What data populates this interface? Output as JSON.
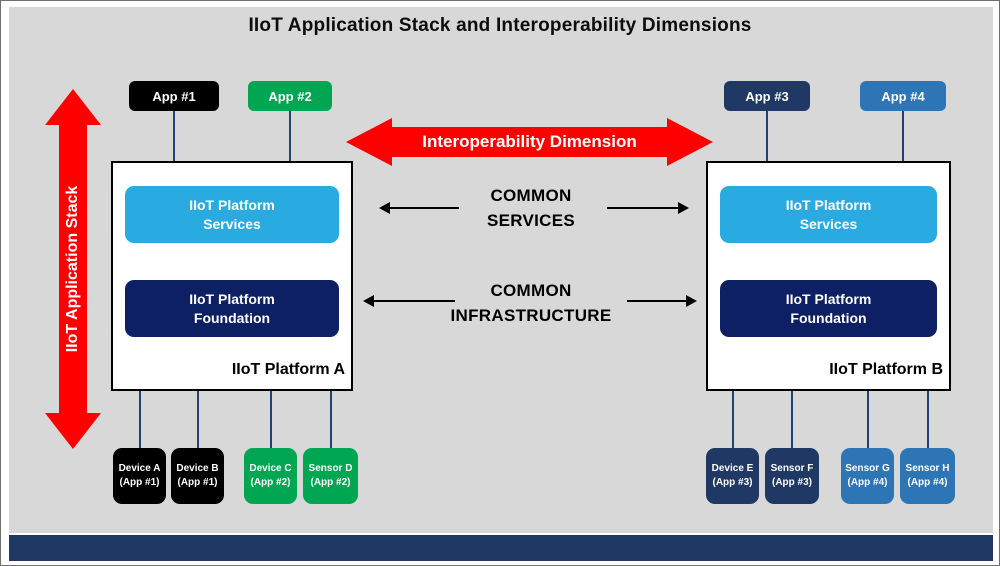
{
  "title": "IIoT Application Stack and Interoperability Dimensions",
  "arrows": {
    "stack_label": "IIoT Application Stack",
    "interop_label": "Interoperability Dimension",
    "common_services_line1": "COMMON",
    "common_services_line2": "SERVICES",
    "common_infra_line1": "COMMON",
    "common_infra_line2": "INFRASTRUCTURE"
  },
  "apps": [
    {
      "label": "App #1",
      "color": "#000000"
    },
    {
      "label": "App #2",
      "color": "#00a651"
    },
    {
      "label": "App #3",
      "color": "#1f3864"
    },
    {
      "label": "App #4",
      "color": "#2e75b6"
    }
  ],
  "platforms": [
    {
      "name": "IIoT Platform A",
      "services_line1": "IIoT Platform",
      "services_line2": "Services",
      "foundation_line1": "IIoT Platform",
      "foundation_line2": "Foundation"
    },
    {
      "name": "IIoT Platform B",
      "services_line1": "IIoT Platform",
      "services_line2": "Services",
      "foundation_line1": "IIoT Platform",
      "foundation_line2": "Foundation"
    }
  ],
  "devices": [
    {
      "line1": "Device A",
      "line2": "(App #1)",
      "color": "#000000"
    },
    {
      "line1": "Device B",
      "line2": "(App #1)",
      "color": "#000000"
    },
    {
      "line1": "Device C",
      "line2": "(App #2)",
      "color": "#00a651"
    },
    {
      "line1": "Sensor D",
      "line2": "(App #2)",
      "color": "#00a651"
    },
    {
      "line1": "Device E",
      "line2": "(App #3)",
      "color": "#1f3864"
    },
    {
      "line1": "Sensor F",
      "line2": "(App #3)",
      "color": "#1f3864"
    },
    {
      "line1": "Sensor G",
      "line2": "(App #4)",
      "color": "#2e75b6"
    },
    {
      "line1": "Sensor H",
      "line2": "(App #4)",
      "color": "#2e75b6"
    }
  ],
  "colors": {
    "red": "#fe0000",
    "services_blue": "#29abe2",
    "foundation_navy": "#0e2064",
    "green": "#00a651",
    "steel_navy": "#1f3864",
    "medium_blue": "#2e75b6",
    "background_gray": "#d8d8d8",
    "bottom_bar": "#1f3864"
  }
}
